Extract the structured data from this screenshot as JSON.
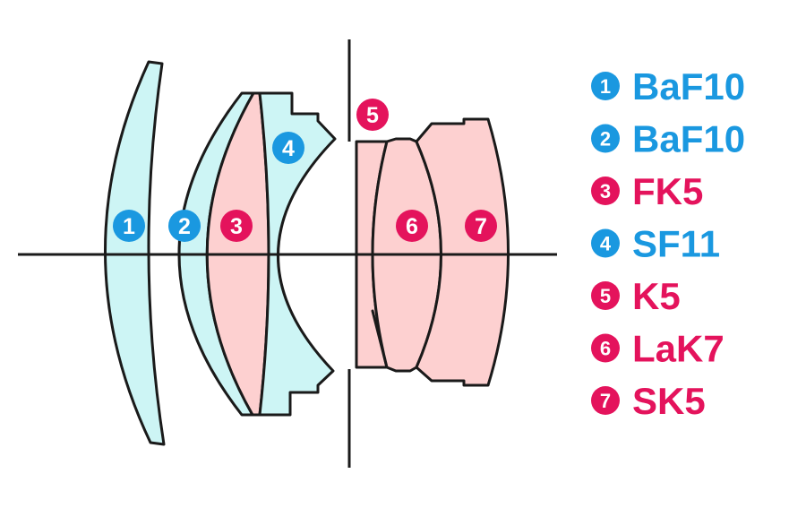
{
  "colors": {
    "blue_accent": "#1a98e0",
    "pink_accent": "#e4135c",
    "blue_glass": "#cdf5f5",
    "pink_glass": "#fdd0d0",
    "line": "#1a1a1a"
  },
  "elements": [
    {
      "number": "1",
      "glass": "BaF10",
      "group": "blue"
    },
    {
      "number": "2",
      "glass": "BaF10",
      "group": "blue"
    },
    {
      "number": "3",
      "glass": "FK5",
      "group": "pink"
    },
    {
      "number": "4",
      "glass": "SF11",
      "group": "blue"
    },
    {
      "number": "5",
      "glass": "K5",
      "group": "pink"
    },
    {
      "number": "6",
      "glass": "LaK7",
      "group": "pink"
    },
    {
      "number": "7",
      "glass": "SK5",
      "group": "pink"
    }
  ]
}
